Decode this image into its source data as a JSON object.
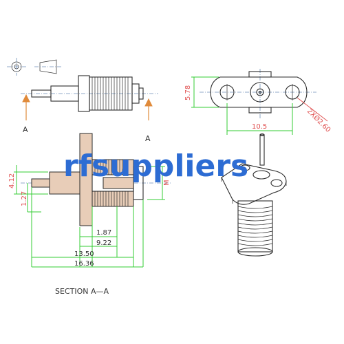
{
  "watermark": "rfsuppliers",
  "section_label": "SECTION A—A",
  "section_marks": {
    "left": "A",
    "right": "A"
  },
  "front_view_dims": {
    "height": "5.78",
    "width": "10.5",
    "holes": "2XØ2.60"
  },
  "section_dims": {
    "d1": "4.12",
    "d2": "1.27",
    "d3": "1.87",
    "d4": "9.22",
    "d5": "13.50",
    "d6": "16.36",
    "d7": "M"
  },
  "colors": {
    "dimension": "#33cc33",
    "section_fill": "#e8cdb8",
    "watermark": "#2d6cd3",
    "centerline": "#6d8fb8"
  }
}
